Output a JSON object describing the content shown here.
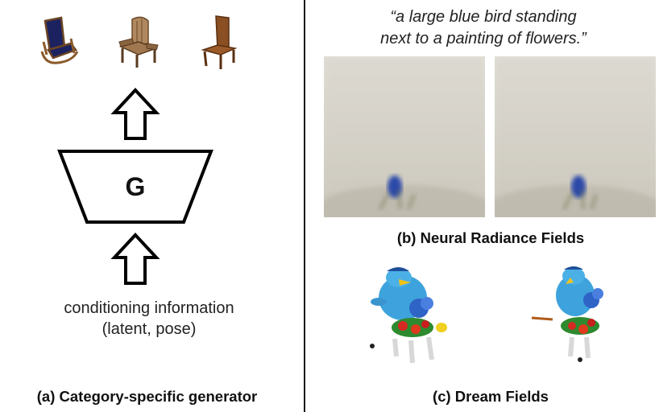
{
  "left_panel": {
    "generator_label": "G",
    "conditioning_line1": "conditioning information",
    "conditioning_line2": "(latent, pose)",
    "caption": "(a) Category-specific generator"
  },
  "right_panel": {
    "prompt_line1": "“a large blue bird standing",
    "prompt_line2": "next to a painting of flowers.”",
    "nerf_caption": "(b) Neural Radiance Fields",
    "dream_caption": "(c) Dream Fields"
  }
}
